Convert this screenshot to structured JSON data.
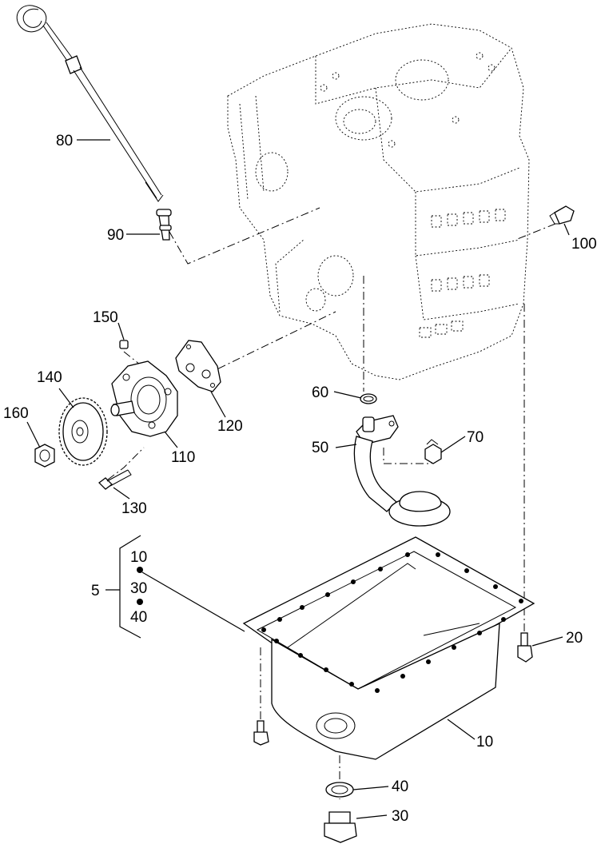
{
  "callouts": {
    "p80": "80",
    "p90": "90",
    "p100": "100",
    "p150": "150",
    "p140": "140",
    "p160": "160",
    "p120": "120",
    "p110": "110",
    "p130": "130",
    "p60": "60",
    "p70": "70",
    "p50": "50",
    "p5": "5",
    "kit_10": "10",
    "kit_30": "30",
    "kit_40": "40",
    "p20": "20",
    "p10": "10",
    "p40": "40",
    "p30": "30"
  }
}
